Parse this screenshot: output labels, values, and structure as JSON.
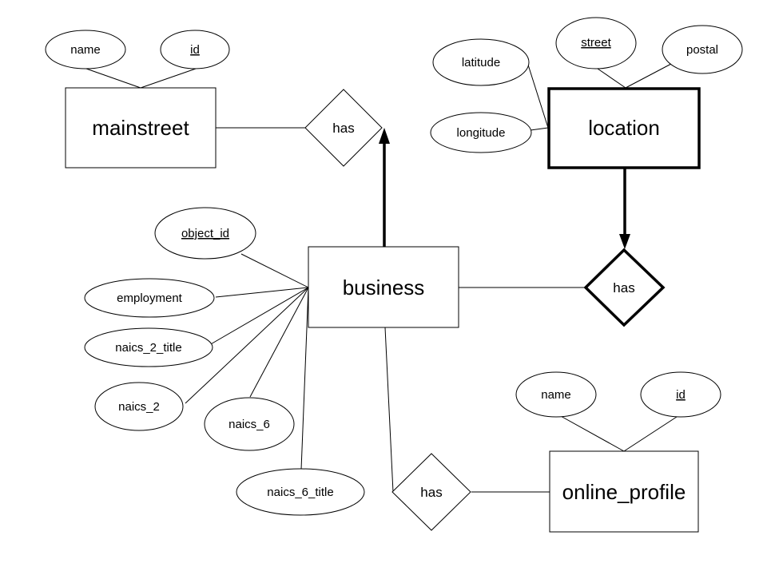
{
  "entities": {
    "mainstreet": "mainstreet",
    "location": "location",
    "business": "business",
    "online_profile": "online_profile"
  },
  "relationships": {
    "mainstreet_has": "has",
    "location_has": "has",
    "profile_has": "has"
  },
  "attributes": {
    "mainstreet": {
      "name": "name",
      "id": "id"
    },
    "location": {
      "street": "street",
      "postal": "postal",
      "latitude": "latitude",
      "longitude": "longitude"
    },
    "business": {
      "object_id": "object_id",
      "employment": "employment",
      "naics_2_title": "naics_2_title",
      "naics_2": "naics_2",
      "naics_6": "naics_6",
      "naics_6_title": "naics_6_title"
    },
    "online_profile": {
      "name": "name",
      "id": "id"
    }
  },
  "keys": [
    "mainstreet.id",
    "location.street",
    "business.object_id",
    "online_profile.id"
  ]
}
